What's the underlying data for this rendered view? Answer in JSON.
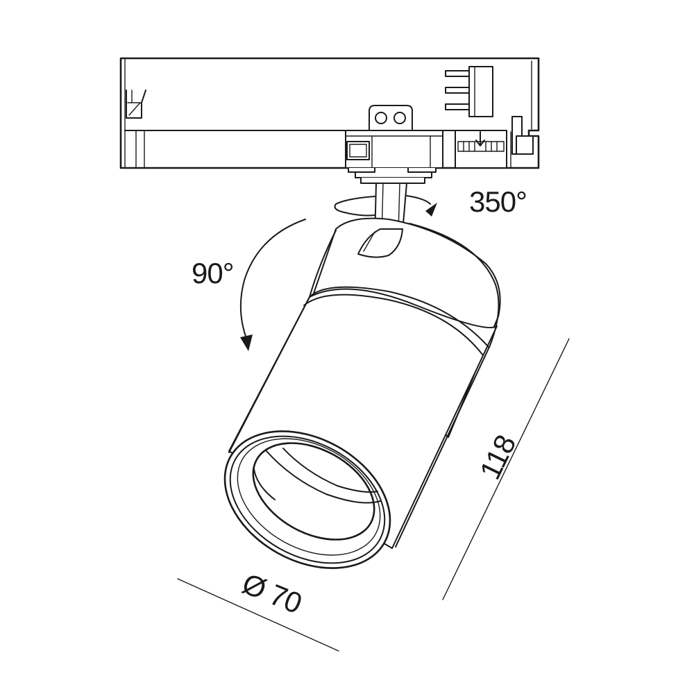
{
  "labels": {
    "pan_rotation": "350°",
    "tilt_rotation": "90°",
    "length_dimension": "118",
    "diameter_dimension": "Ø 70"
  },
  "colors": {
    "line": "#1a1a1a",
    "background": "#ffffff"
  }
}
